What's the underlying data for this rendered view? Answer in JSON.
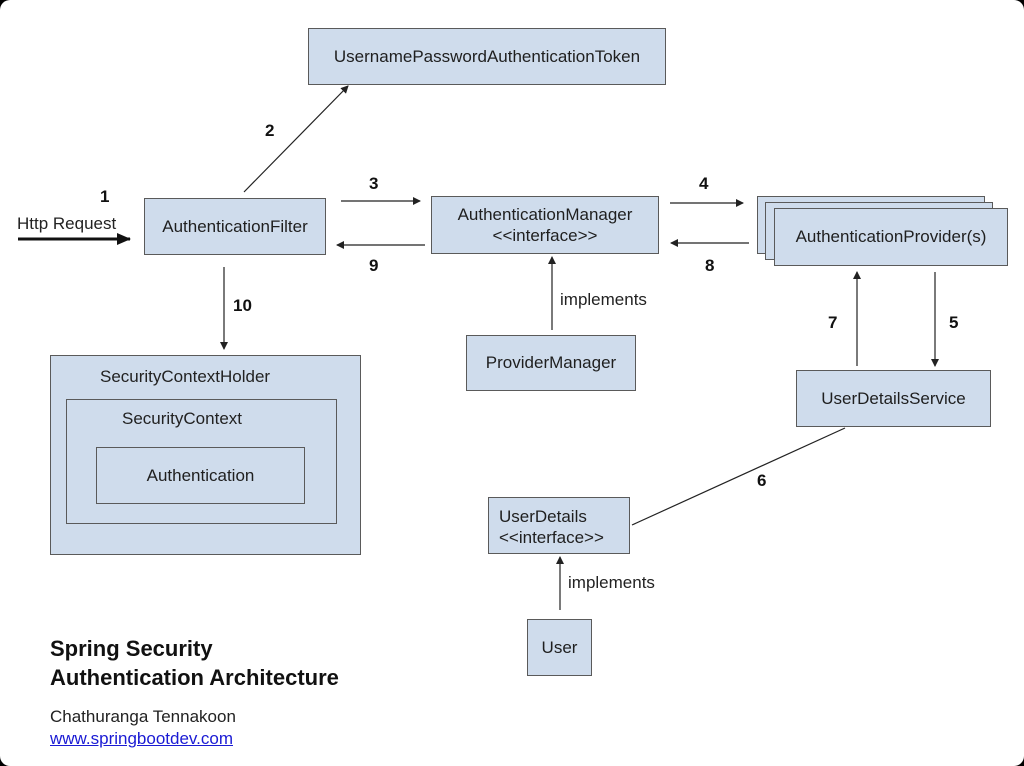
{
  "boxes": {
    "token": "UsernamePasswordAuthenticationToken",
    "filter": "AuthenticationFilter",
    "manager_line1": "AuthenticationManager",
    "manager_line2": "<<interface>>",
    "provider": "AuthenticationProvider(s)",
    "provider_manager": "ProviderManager",
    "user_details_service": "UserDetailsService",
    "user_details_line1": "UserDetails",
    "user_details_line2": "<<interface>>",
    "user": "User",
    "context_holder": "SecurityContextHolder",
    "context": "SecurityContext",
    "authentication": "Authentication"
  },
  "labels": {
    "http_request": "Http Request",
    "implements_1": "implements",
    "implements_2": "implements"
  },
  "step_numbers": {
    "s1": "1",
    "s2": "2",
    "s3": "3",
    "s4": "4",
    "s5": "5",
    "s6": "6",
    "s7": "7",
    "s8": "8",
    "s9": "9",
    "s10": "10"
  },
  "footer": {
    "title_line1": "Spring Security",
    "title_line2": "Authentication Architecture",
    "author": "Chathuranga Tennakoon",
    "website": "www.springbootdev.com"
  },
  "colors": {
    "box_fill": "#cfdcec",
    "border": "#5a5a5a",
    "link": "#1a1ad4"
  }
}
